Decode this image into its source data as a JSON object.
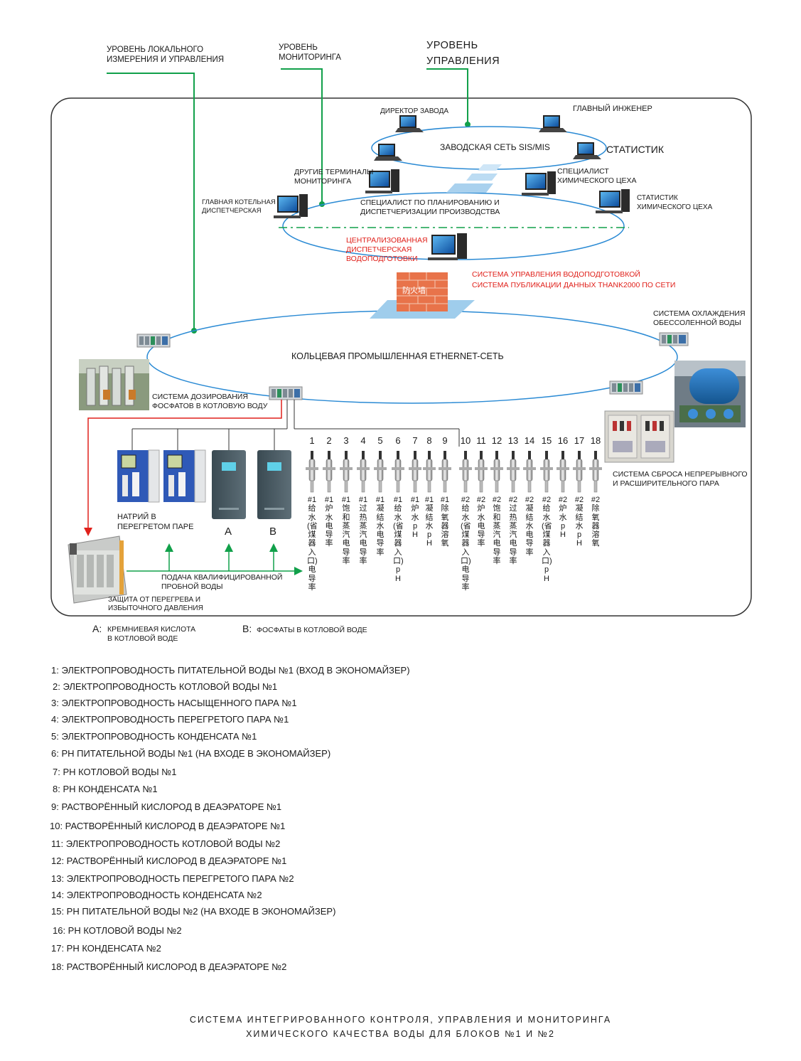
{
  "levels": {
    "local": "УРОВЕНЬ ЛОКАЛЬНОГО\nИЗМЕРЕНИЯ И УПРАВЛЕНИЯ",
    "monitoring": "УРОВЕНЬ\nМОНИТОРИНГА",
    "control": "УРОВЕНЬ\nУПРАВЛЕНИЯ"
  },
  "top_network": {
    "label": "ЗАВОДСКАЯ СЕТЬ SIS/MIS",
    "director": "ДИРЕКТОР ЗАВОДА",
    "chief_engineer": "ГЛАВНЫЙ ИНЖЕНЕР",
    "statistician": "СТАТИСТИК"
  },
  "mid_network": {
    "other_terminals": "ДРУГИЕ ТЕРМИНАЛЫ\nМОНИТОРИНГА",
    "chem_specialist": "СПЕЦИАЛИСТ\nХИМИЧЕСКОГО ЦЕХА",
    "chem_statistician": "СТАТИСТИК\nХИМИЧЕСКОГО ЦЕХА",
    "main_boiler": "ГЛАВНАЯ КОТЕЛЬНАЯ\nДИСПЕТЧЕРСКАЯ",
    "planning": "СПЕЦИАЛИСТ ПО ПЛАНИРОВАНИЮ И\nДИСПЕТЧЕРИЗАЦИИ ПРОИЗВОДСТВА",
    "central_dispatch": "ЦЕНТРАЛИЗОВАННАЯ\nДИСПЕТЧЕРСКАЯ\nВОДОПОДГОТОВКИ",
    "control_system": "СИСТЕМА УПРАВЛЕНИЯ ВОДОПОДГОТОВКОЙ\nСИСТЕМА ПУБЛИКАЦИИ ДАННЫХ THANK2000 ПО СЕТИ",
    "firewall_text": "防火墙"
  },
  "ring": {
    "label": "КОЛЬЦЕВАЯ ПРОМЫШЛЕННАЯ ETHERNET-СЕТЬ",
    "cooling": "СИСТЕМА ОХЛАЖДЕНИЯ\nОБЕССОЛЕННОЙ ВОДЫ",
    "dosing": "СИСТЕМА ДОЗИРОВАНИЯ\nФОСФАТОВ В КОТЛОВУЮ ВОДУ",
    "blowdown": "СИСТЕМА СБРОСА НЕПРЕРЫВНОГО\nИ РАСШИРИТЕЛЬНОГО ПАРА"
  },
  "analyzers": {
    "sodium": "НАТРИЙ В\nПЕРЕГРЕТОМ ПАРЕ",
    "a": "A",
    "b": "B",
    "feed": "ПОДАЧА КВАЛИФИЦИРОВАННОЙ\nПРОБНОЙ ВОДЫ",
    "protection": "ЗАЩИТА ОТ ПЕРЕГРЕВА И\nИЗБЫТОЧНОГО ДАВЛЕНИЯ"
  },
  "sensors": [
    {
      "num": "1",
      "label": "#1给水(省煤器入口)电导率"
    },
    {
      "num": "2",
      "label": "#1炉水电导率"
    },
    {
      "num": "3",
      "label": "#1饱和蒸汽电导率"
    },
    {
      "num": "4",
      "label": "#1过热蒸汽电导率"
    },
    {
      "num": "5",
      "label": "#1凝结水电导率"
    },
    {
      "num": "6",
      "label": "#1给水(省煤器入口)pH"
    },
    {
      "num": "7",
      "label": "#1炉水pH"
    },
    {
      "num": "8",
      "label": "#1凝结水pH"
    },
    {
      "num": "9",
      "label": "#1除氧器溶氧"
    },
    {
      "num": "10",
      "label": "#2给水(省煤器入口)电导率"
    },
    {
      "num": "11",
      "label": "#2炉水电导率"
    },
    {
      "num": "12",
      "label": "#2饱和蒸汽电导率"
    },
    {
      "num": "13",
      "label": "#2过热蒸汽电导率"
    },
    {
      "num": "14",
      "label": "#2凝结水电导率"
    },
    {
      "num": "15",
      "label": "#2给水(省煤器入口)pH"
    },
    {
      "num": "16",
      "label": "#2炉水pH"
    },
    {
      "num": "17",
      "label": "#2凝结水pH"
    },
    {
      "num": "18",
      "label": "#2除氧器溶氧"
    }
  ],
  "key": {
    "a_letter": "A:",
    "a_text": "КРЕМНИЕВАЯ КИСЛОТА\nВ КОТЛОВОЙ ВОДЕ",
    "b_letter": "B:",
    "b_text": "ФОСФАТЫ В КОТЛОВОЙ ВОДЕ"
  },
  "legend": [
    "1: ЭЛЕКТРОПРОВОДНОСТЬ ПИТАТЕЛЬНОЙ ВОДЫ №1 (ВХОД В ЭКОНОМАЙЗЕР)",
    "2: ЭЛЕКТРОПРОВОДНОСТЬ КОТЛОВОЙ ВОДЫ №1",
    "3: ЭЛЕКТРОПРОВОДНОСТЬ НАСЫЩЕННОГО ПАРА №1",
    "4: ЭЛЕКТРОПРОВОДНОСТЬ ПЕРЕГРЕТОГО ПАРА №1",
    "5: ЭЛЕКТРОПРОВОДНОСТЬ КОНДЕНСАТА №1",
    "6: PH ПИТАТЕЛЬНОЙ ВОДЫ №1 (НА ВХОДЕ В ЭКОНОМАЙЗЕР)",
    "7: PH КОТЛОВОЙ ВОДЫ №1",
    "8: PH КОНДЕНСАТА №1",
    "9: РАСТВОРЁННЫЙ КИСЛОРОД В ДЕАЭРАТОРЕ №1",
    "10: РАСТВОРЁННЫЙ КИСЛОРОД В ДЕАЭРАТОРЕ №1",
    "11: ЭЛЕКТРОПРОВОДНОСТЬ КОТЛОВОЙ ВОДЫ №2",
    "12: РАСТВОРЁННЫЙ КИСЛОРОД В ДЕАЭРАТОРЕ №1",
    "13: ЭЛЕКТРОПРОВОДНОСТЬ ПЕРЕГРЕТОГО ПАРА №2",
    "14: ЭЛЕКТРОПРОВОДНОСТЬ КОНДЕНСАТА №2",
    "15: PH ПИТАТЕЛЬНОЙ ВОДЫ №2 (НА ВХОДЕ В ЭКОНОМАЙЗЕР)",
    "16: PH КОТЛОВОЙ ВОДЫ №2",
    "17: PH КОНДЕНСАТА №2",
    "18: РАСТВОРЁННЫЙ КИСЛОРОД В ДЕАЭРАТОРЕ №2"
  ],
  "footer": "СИСТЕМА ИНТЕГРИРОВАННОГО КОНТРОЛЯ, УПРАВЛЕНИЯ И МОНИТОРИНГА\nХИМИЧЕСКОГО КАЧЕСТВА ВОДЫ ДЛЯ БЛОКОВ №1 И №2",
  "colors": {
    "green_line": "#11a04a",
    "blue_ring": "#2a8ad4",
    "red_line": "#e0211b",
    "frame": "#333333"
  }
}
